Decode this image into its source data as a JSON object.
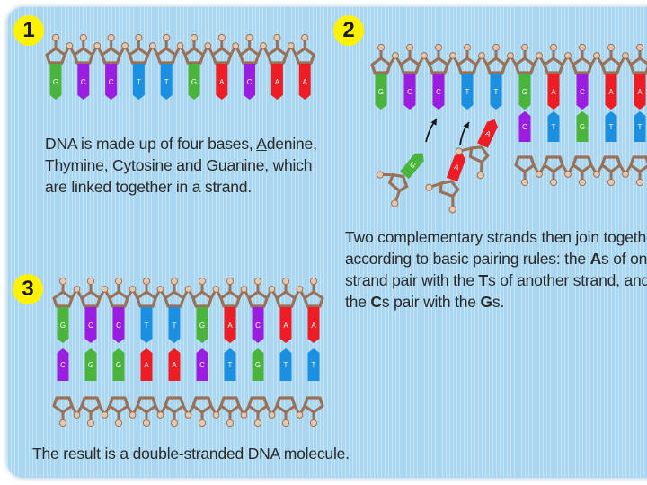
{
  "steps": [
    {
      "number": "1",
      "caption_lines": [
        [
          "DNA is made up of four bases, ",
          {
            "u": "A"
          },
          "denine,"
        ],
        [
          {
            "u": "T"
          },
          "hymine, ",
          {
            "u": "C"
          },
          "ytosine and ",
          {
            "u": "G"
          },
          "uanine, which"
        ],
        [
          "are linked together in a strand."
        ]
      ]
    },
    {
      "number": "2",
      "caption_lines": [
        [
          "Two complementary strands then join togethe"
        ],
        [
          "according to basic pairing rules: the ",
          {
            "b": "A"
          },
          "s of one"
        ],
        [
          "strand pair with the ",
          {
            "b": "T"
          },
          "s of another strand, and"
        ],
        [
          "the ",
          {
            "b": "C"
          },
          "s pair with the ",
          {
            "b": "G"
          },
          "s."
        ]
      ]
    },
    {
      "number": "3",
      "caption_lines": [
        [
          "The result is a double-stranded DNA molecule."
        ]
      ]
    }
  ],
  "diagram": {
    "strand1_bases": [
      "G",
      "C",
      "C",
      "T",
      "T",
      "G",
      "A",
      "C",
      "A",
      "A"
    ],
    "strand2_top_bases": [
      "G",
      "C",
      "C",
      "T",
      "T",
      "G",
      "A",
      "C",
      "A",
      "A"
    ],
    "strand2_bottom_bases": [
      "",
      "",
      "",
      "",
      "",
      "C",
      "T",
      "G",
      "T",
      "T"
    ],
    "strand2_free_bases": [
      "G",
      "A",
      "A"
    ],
    "strand3_top_bases": [
      "G",
      "C",
      "C",
      "T",
      "T",
      "G",
      "A",
      "C",
      "A",
      "A"
    ],
    "strand3_bottom_bases": [
      "C",
      "G",
      "G",
      "A",
      "A",
      "C",
      "T",
      "G",
      "T",
      "T"
    ],
    "base_colors": {
      "A": "#ee1c25",
      "T": "#1b8fe0",
      "C": "#9b1ee0",
      "G": "#4bb43c"
    },
    "backbone_color": "#9a7057",
    "bead_color": "#e6c8ae"
  }
}
